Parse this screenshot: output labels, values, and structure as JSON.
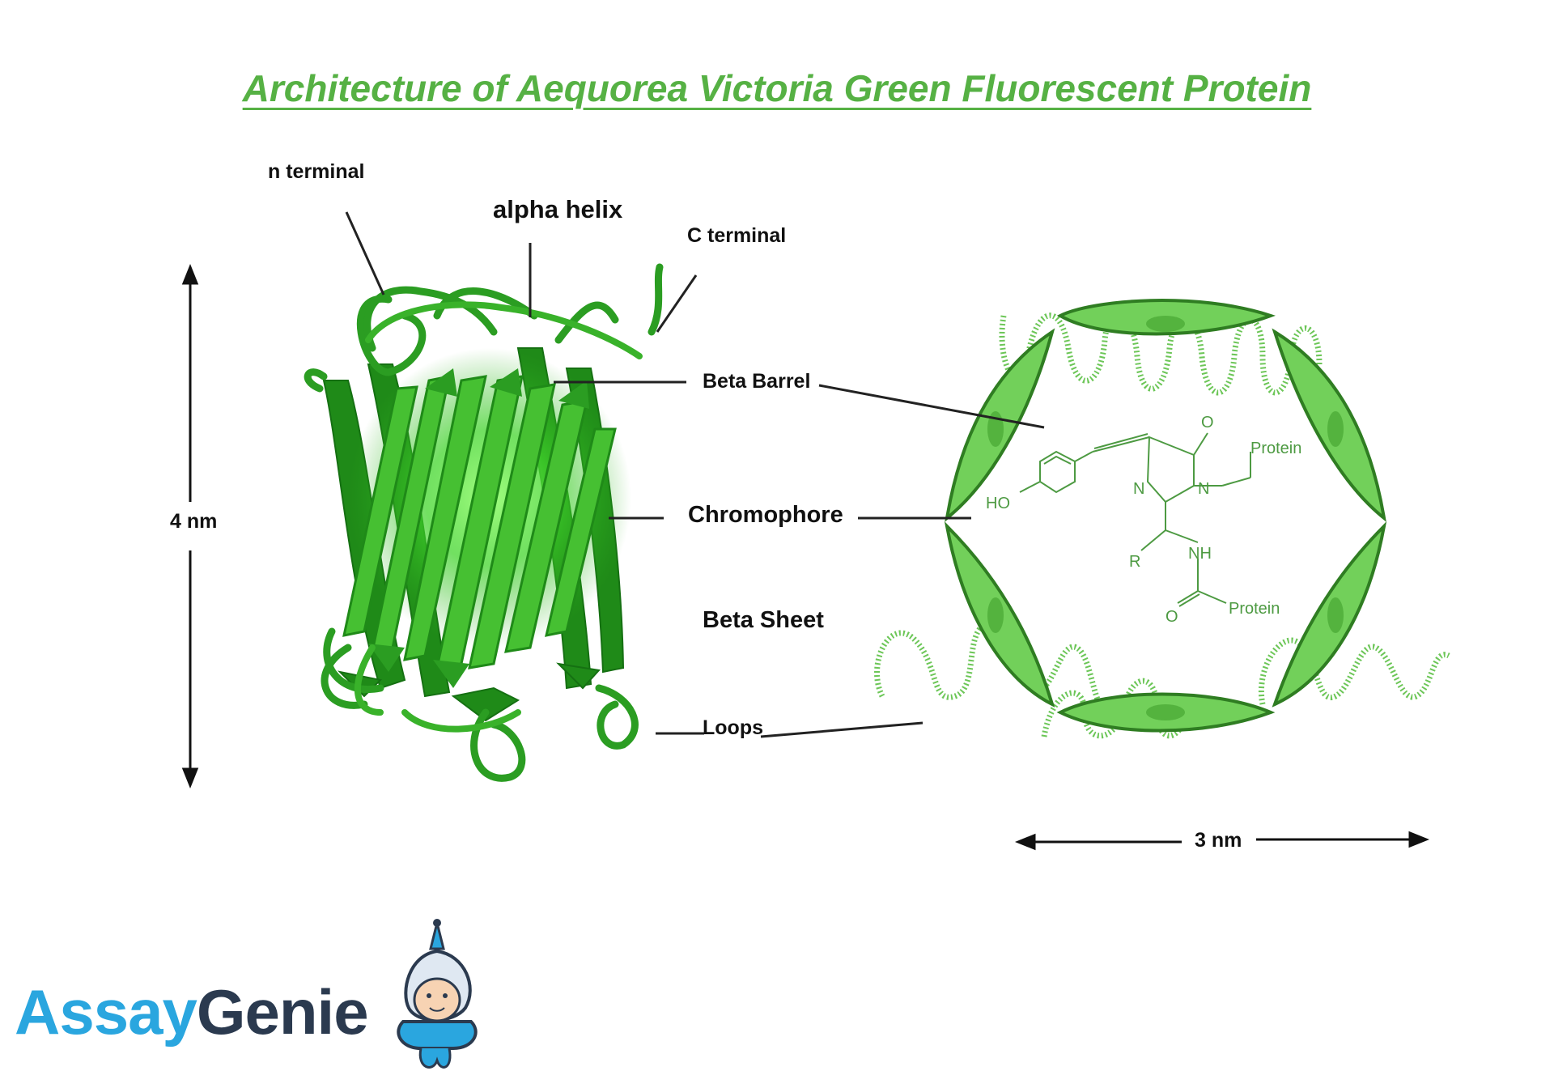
{
  "title": "Architecture of Aequorea Victoria Green Fluorescent Protein",
  "labels": {
    "n_terminal": "n terminal",
    "alpha_helix": "alpha helix",
    "c_terminal": "C terminal",
    "beta_barrel": "Beta Barrel",
    "chromophore": "Chromophore",
    "beta_sheet": "Beta Sheet",
    "loops": "Loops",
    "height": "4 nm",
    "width": "3 nm"
  },
  "chemistry": {
    "ho": "HO",
    "o_top": "O",
    "n_ring": "N",
    "n_methyl": "N",
    "protein_top": "Protein",
    "nh": "NH",
    "r_group": "R",
    "o_bottom": "O",
    "protein_bottom": "Protein"
  },
  "logo": {
    "part1": "Assay",
    "part2": "Genie"
  },
  "colors": {
    "title_green": "#56b144",
    "protein_green": "#2e9a24",
    "barrel_green": "#6fce55",
    "logo_blue": "#2aa6df",
    "logo_dark": "#2b3a4f"
  }
}
